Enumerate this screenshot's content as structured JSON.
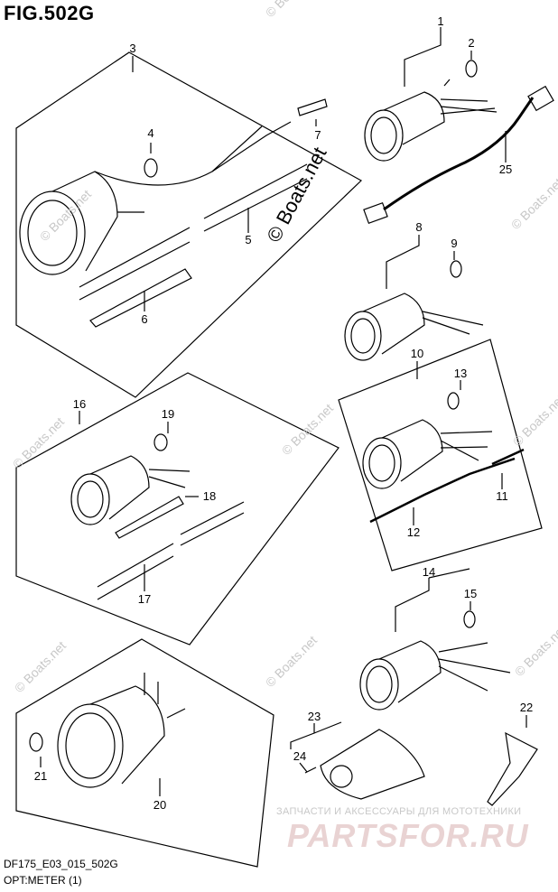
{
  "title": "FIG.502G",
  "footer": {
    "model_code": "DF175_E03_015_502G",
    "description": "OPT:METER (1)"
  },
  "copyright": "© Boats.net",
  "watermark": "© Boats.net",
  "watermark_parts": {
    "tagline": "ЗАПЧАСТИ И АКСЕССУАРЫ ДЛЯ МОТОТЕХНИКИ",
    "brand": "PARTSFOR.RU"
  },
  "callouts": [
    "1",
    "2",
    "3",
    "4",
    "5",
    "6",
    "7",
    "8",
    "9",
    "10",
    "11",
    "12",
    "13",
    "14",
    "15",
    "16",
    "17",
    "18",
    "19",
    "20",
    "21",
    "22",
    "23",
    "24",
    "25"
  ]
}
